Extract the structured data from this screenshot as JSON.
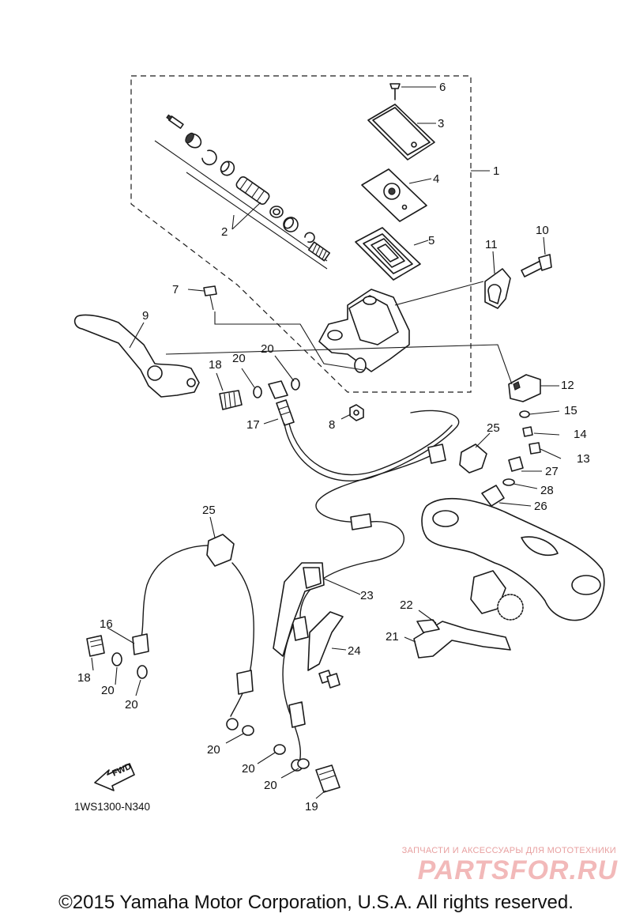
{
  "diagram_code": "1WS1300-N340",
  "fwd_label": "FWD",
  "copyright": "©2015 Yamaha Motor Corporation, U.S.A. All rights reserved.",
  "watermark": {
    "tagline": "ЗАПЧАСТИ И АКСЕССУАРЫ ДЛЯ МОТОТЕХНИКИ",
    "logo": "PARTSFOR.RU"
  },
  "callouts": {
    "c1": "1",
    "c2": "2",
    "c3": "3",
    "c4": "4",
    "c5": "5",
    "c6": "6",
    "c7": "7",
    "c8": "8",
    "c9": "9",
    "c10": "10",
    "c11": "11",
    "c12": "12",
    "c13": "13",
    "c14": "14",
    "c15": "15",
    "c16": "16",
    "c17": "17",
    "c18a": "18",
    "c18b": "18",
    "c19": "19",
    "c20a": "20",
    "c20b": "20",
    "c20c": "20",
    "c20d": "20",
    "c20e": "20",
    "c20f": "20",
    "c20g": "20",
    "c21": "21",
    "c22": "22",
    "c23": "23",
    "c24": "24",
    "c25a": "25",
    "c25b": "25",
    "c26": "26",
    "c27": "27",
    "c28": "28"
  }
}
